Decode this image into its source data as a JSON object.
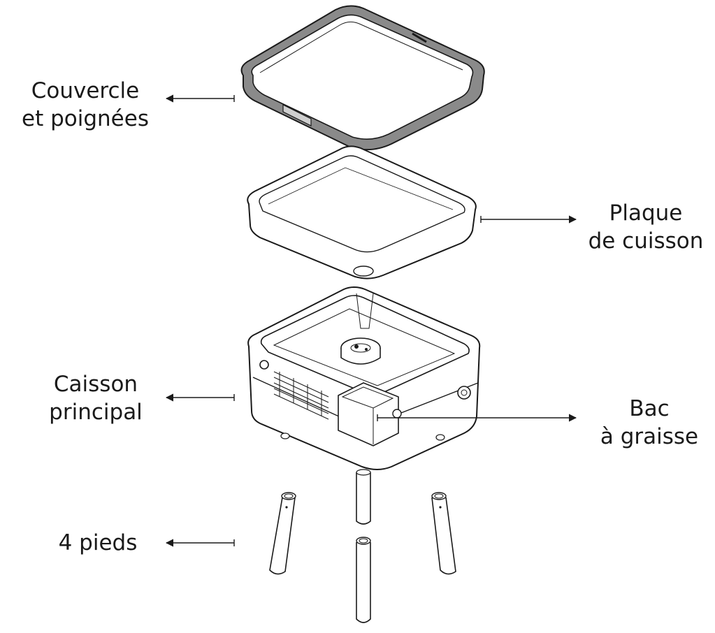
{
  "labels": {
    "lid": {
      "line1": "Couvercle",
      "line2": "et poignées"
    },
    "plate": {
      "line1": "Plaque",
      "line2": "de cuisson"
    },
    "body": {
      "line1": "Caisson",
      "line2": "principal"
    },
    "tray": {
      "line1": "Bac",
      "line2": "à graisse"
    },
    "legs": {
      "line1": "4 pieds"
    }
  },
  "colors": {
    "line": "#1a1a1a",
    "handle": "#8a8a8a",
    "fill": "#ffffff"
  }
}
